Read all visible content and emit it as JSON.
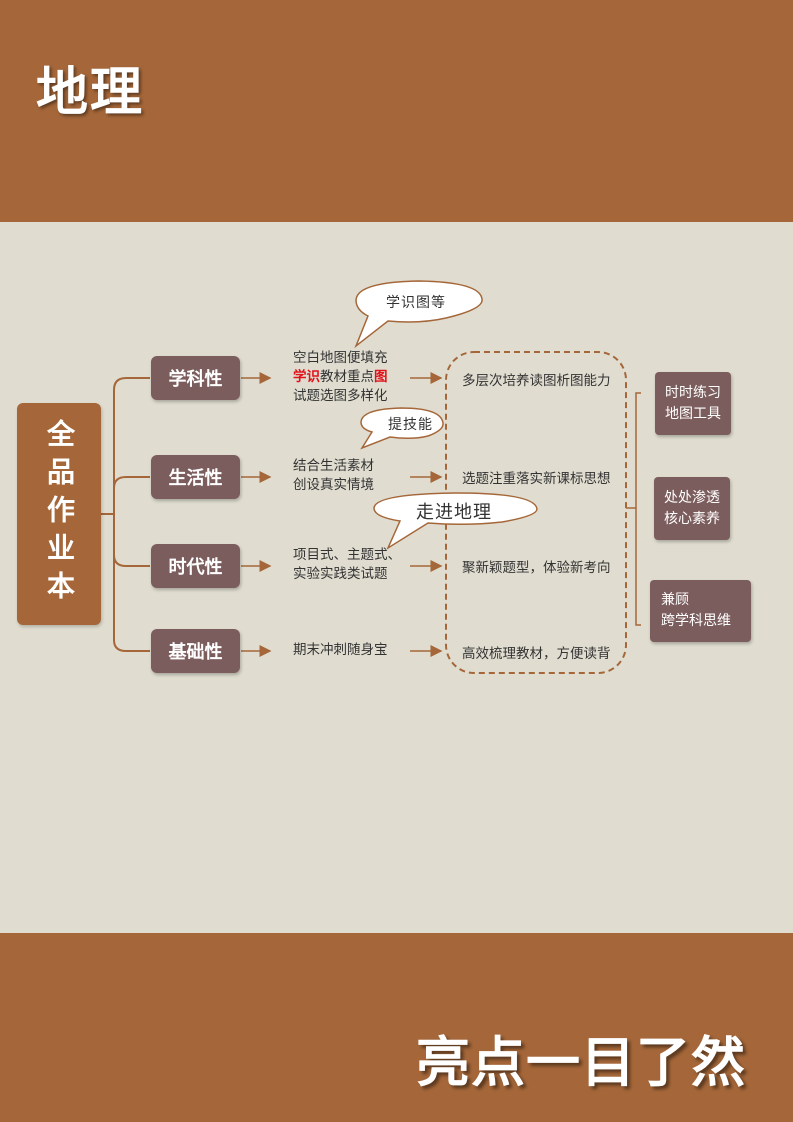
{
  "header": {
    "title": "地理"
  },
  "root": {
    "label": "全品作业本"
  },
  "categories": [
    {
      "label": "学科性"
    },
    {
      "label": "生活性"
    },
    {
      "label": "时代性"
    },
    {
      "label": "基础性"
    }
  ],
  "descriptions": {
    "xueke": {
      "line1": "空白地图便填充",
      "line2_red1": "学识",
      "line2_mid": "教材重点",
      "line2_red2": "图",
      "line3": "试题选图多样化"
    },
    "shenghuo": {
      "line1": "结合生活素材",
      "line2": "创设真实情境"
    },
    "shidai": {
      "line1": "项目式、主题式、",
      "line2": "实验实践类试题"
    },
    "jichu": {
      "line1": "期末冲刺随身宝"
    }
  },
  "features": [
    "多层次培养读图析图能力",
    "选题注重落实新课标思想",
    "聚新颖题型，体验新考向",
    "高效梳理教材，方便读背"
  ],
  "callouts": {
    "xueshi": "学识图等",
    "tijineng": "提技能",
    "zoujin": "走进地理"
  },
  "outcomes": [
    {
      "line1": "时时练习",
      "line2": "地图工具"
    },
    {
      "line1": "处处渗透",
      "line2": "核心素养"
    },
    {
      "line1": "兼顾",
      "line2": "跨学科思维"
    }
  ],
  "footer": {
    "slogan": "亮点一目了然"
  },
  "colors": {
    "brand_brown": "#a56739",
    "category_fill": "#7c5d5d",
    "background": "#e0ddd0",
    "highlight_red": "#e0131b"
  }
}
